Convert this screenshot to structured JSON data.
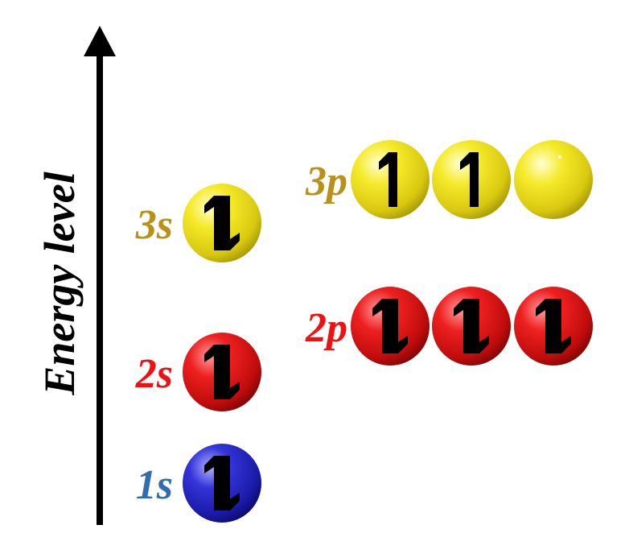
{
  "axis": {
    "title": "Energy level"
  },
  "colors": {
    "yellow": "#f0e020",
    "red": "#e01010",
    "blue": "#2020c8",
    "label_3": "#b8901a",
    "label_2": "#ee1111",
    "label_1": "#2f6db0"
  },
  "orbitals": [
    {
      "label": "1s",
      "color_key": "blue",
      "label_color_key": "label_1",
      "boxes": [
        "up-down"
      ]
    },
    {
      "label": "2s",
      "color_key": "red",
      "label_color_key": "label_2",
      "boxes": [
        "up-down"
      ]
    },
    {
      "label": "2p",
      "color_key": "red",
      "label_color_key": "label_2",
      "boxes": [
        "up-down",
        "up-down",
        "up-down"
      ]
    },
    {
      "label": "3s",
      "color_key": "yellow",
      "label_color_key": "label_3",
      "boxes": [
        "up-down"
      ]
    },
    {
      "label": "3p",
      "color_key": "yellow",
      "label_color_key": "label_3",
      "boxes": [
        "up",
        "up",
        "empty"
      ]
    }
  ]
}
